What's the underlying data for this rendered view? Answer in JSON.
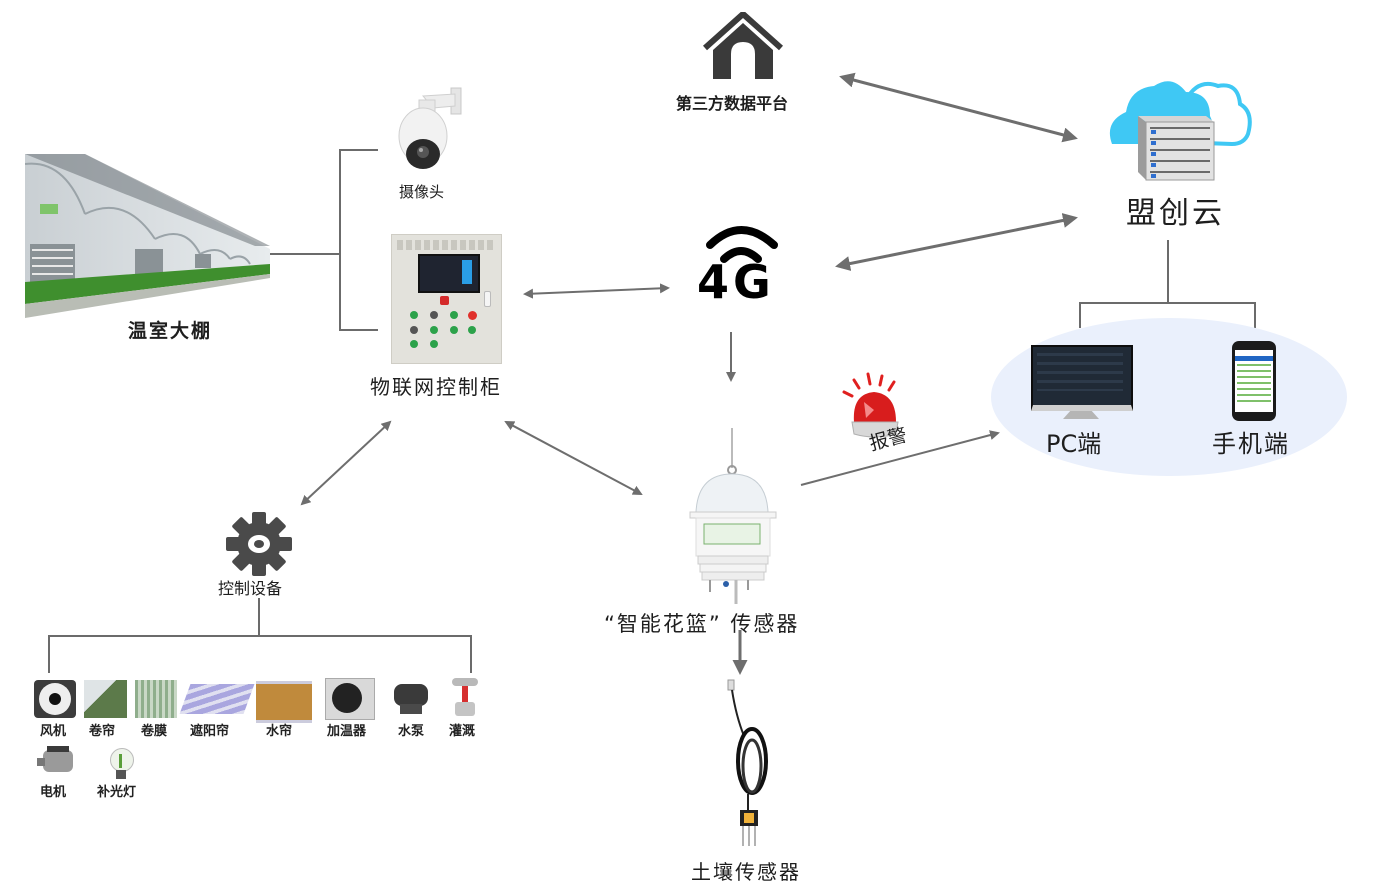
{
  "nodes": {
    "greenhouse": "温室大棚",
    "camera": "摄像头",
    "cabinet": "物联网控制柜",
    "third_party": "第三方数据平台",
    "network": "4G",
    "cloud": "盟创云",
    "pc": "PC端",
    "mobile": "手机端",
    "alarm": "报警",
    "smart_basket": "“智能花篮” 传感器",
    "soil_sensor": "土壤传感器",
    "control_devices": "控制设备"
  },
  "devices": [
    {
      "label": "风机",
      "icon": "fan-icon"
    },
    {
      "label": "卷帘",
      "icon": "roller-curtain-icon"
    },
    {
      "label": "卷膜",
      "icon": "roll-film-icon"
    },
    {
      "label": "遮阳帘",
      "icon": "sunshade-icon"
    },
    {
      "label": "水帘",
      "icon": "water-curtain-icon"
    },
    {
      "label": "加温器",
      "icon": "heater-icon"
    },
    {
      "label": "水泵",
      "icon": "water-pump-icon"
    },
    {
      "label": "灌溉",
      "icon": "sprinkler-icon"
    },
    {
      "label": "电机",
      "icon": "motor-icon"
    },
    {
      "label": "补光灯",
      "icon": "grow-light-icon"
    }
  ],
  "colors": {
    "connector": "#6b6b6b",
    "arrow": "#6e6e6e",
    "cloud_blue": "#3fc8f4",
    "client_ellipse": "#eaf0fc",
    "alarm_red": "#e0201f",
    "icon_dark": "#3a3a3a"
  }
}
